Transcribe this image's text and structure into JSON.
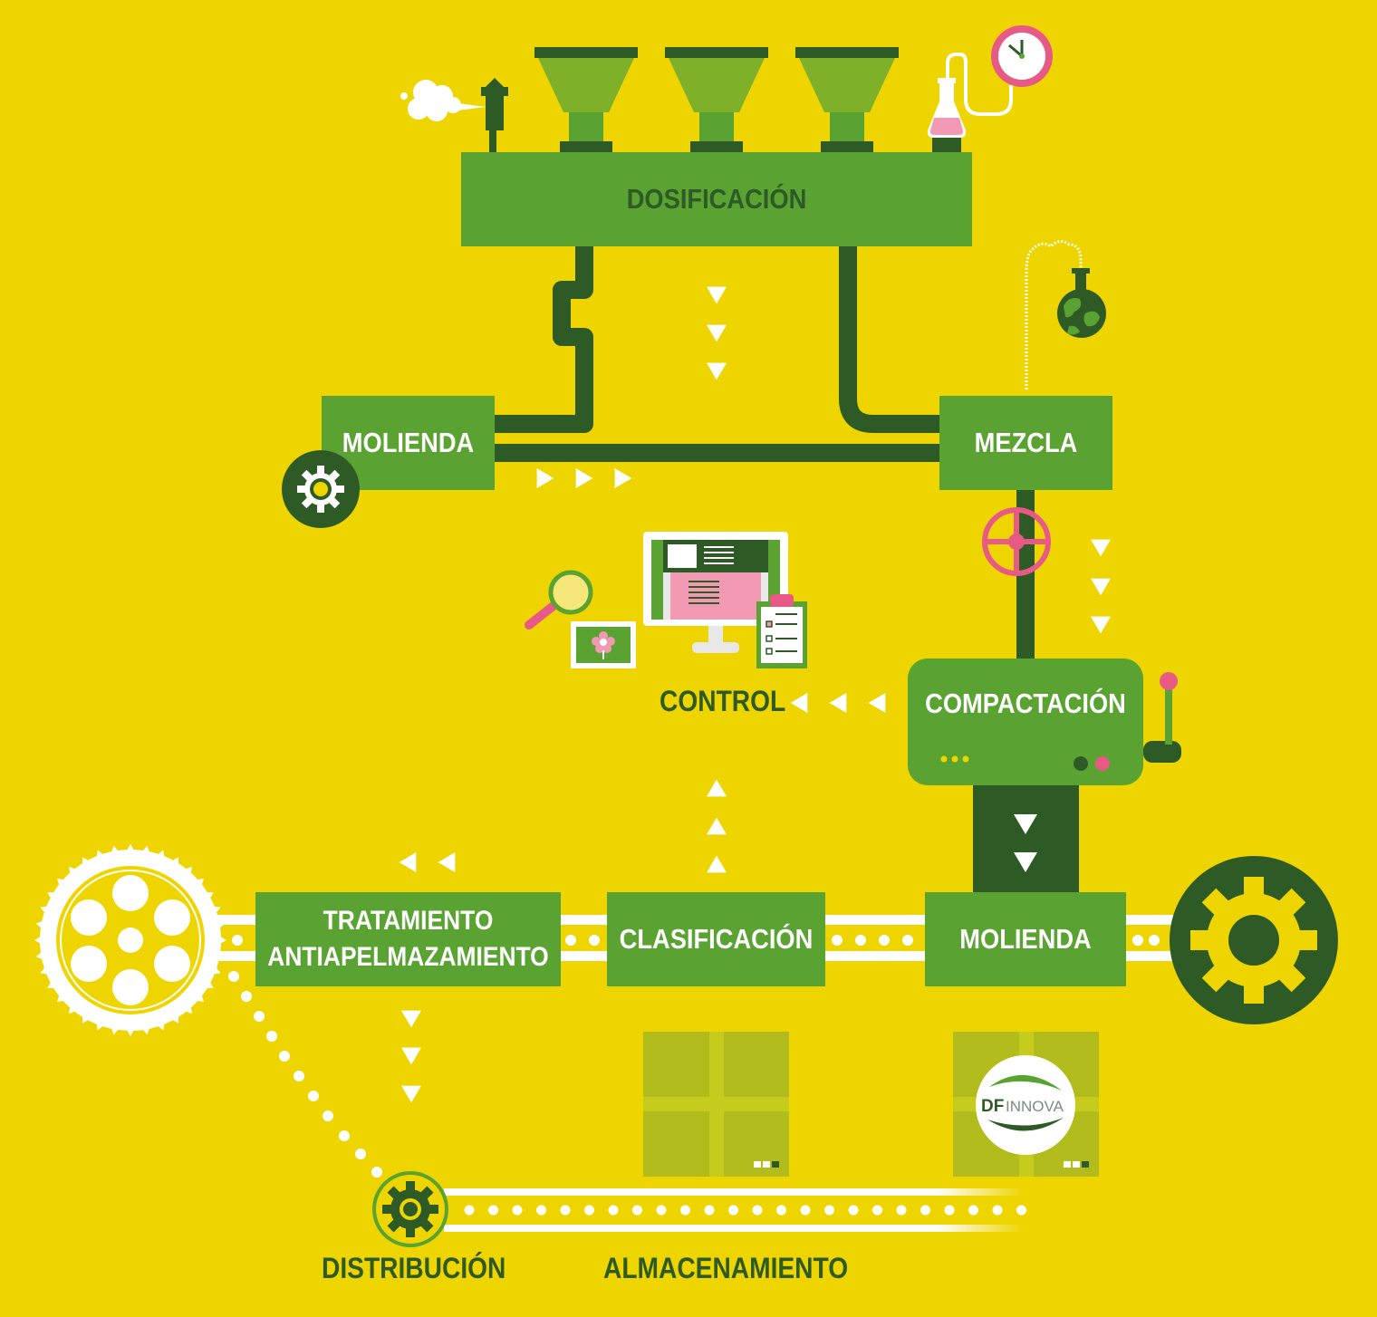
{
  "colors": {
    "background": "#efd500",
    "green": "#5aa332",
    "dark_green": "#2e5a26",
    "light_green": "#7fb02a",
    "box_olive": "#b2bc1c",
    "pink": "#e85a86",
    "white": "#ffffff"
  },
  "stages": {
    "dosificacion": "DOSIFICACIÓN",
    "molienda_top": "MOLIENDA",
    "mezcla": "MEZCLA",
    "compactacion": "COMPACTACIÓN",
    "control": "CONTROL",
    "molienda_bottom": "MOLIENDA",
    "clasificacion": "CLASIFICACIÓN",
    "tratamiento_line1": "TRATAMIENTO",
    "tratamiento_line2": "ANTIAPELMAZAMIENTO",
    "distribucion": "DISTRIBUCIÓN",
    "almacenamiento": "ALMACENAMIENTO"
  },
  "logo": {
    "text_df": "DF",
    "text_innova": "INNOVA"
  },
  "icons": [
    "hopper-icon",
    "chimney-icon",
    "steam-icon",
    "flask-icon",
    "clock-icon",
    "globe-flask-icon",
    "gear-icon",
    "valve-wheel-icon",
    "monitor-icon",
    "magnifier-icon",
    "flower-photo-icon",
    "clipboard-icon",
    "lever-icon",
    "pulley-wheel-icon",
    "box-icon",
    "arrow-icon"
  ]
}
